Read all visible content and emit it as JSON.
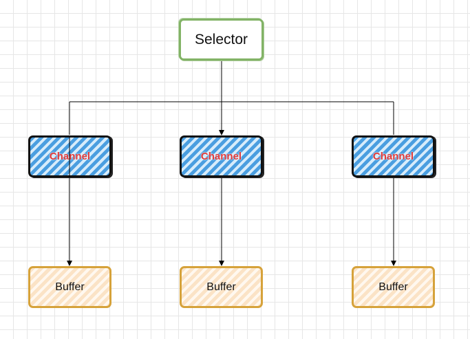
{
  "diagram": {
    "selector": {
      "label": "Selector"
    },
    "channels": [
      {
        "label": "Channel"
      },
      {
        "label": "Channel"
      },
      {
        "label": "Channel"
      }
    ],
    "buffers": [
      {
        "label": "Buffer"
      },
      {
        "label": "Buffer"
      },
      {
        "label": "Buffer"
      }
    ],
    "colors": {
      "selector_border": "#82b366",
      "channel_fill": "#4a9ee0",
      "channel_text": "#e03a3a",
      "buffer_border": "#d6a23a",
      "buffer_fill": "#fbe3c6",
      "edge": "#000000"
    }
  }
}
